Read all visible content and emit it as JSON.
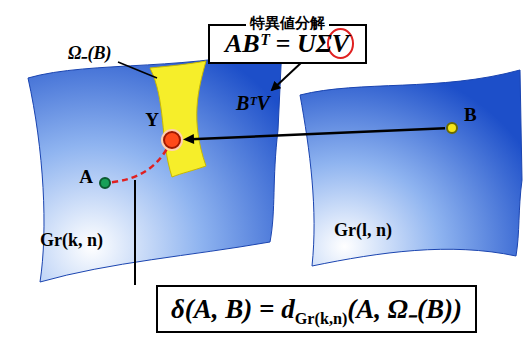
{
  "diagram": {
    "nodes": [
      {
        "text": [
          "特異値分解",
          "ABᵀ = UΣV"
        ]
      },
      {
        "text": [
          "Y"
        ]
      },
      {
        "text": [
          "B"
        ]
      },
      {
        "text": [
          "A"
        ]
      },
      {
        "text": [
          "δ(A, B) = d",
          "Gr(k,n)",
          "(A, Ω₋(B))"
        ]
      }
    ],
    "edges": [
      {
        "from": 2,
        "to": 1,
        "label": "BᵀV",
        "arrow": "to"
      },
      {
        "from": 3,
        "to": 1,
        "arrow": "none"
      }
    ],
    "labels": [
      "Ω₋(B)",
      "Gr(k, n)",
      "Gr(l, n)"
    ]
  }
}
